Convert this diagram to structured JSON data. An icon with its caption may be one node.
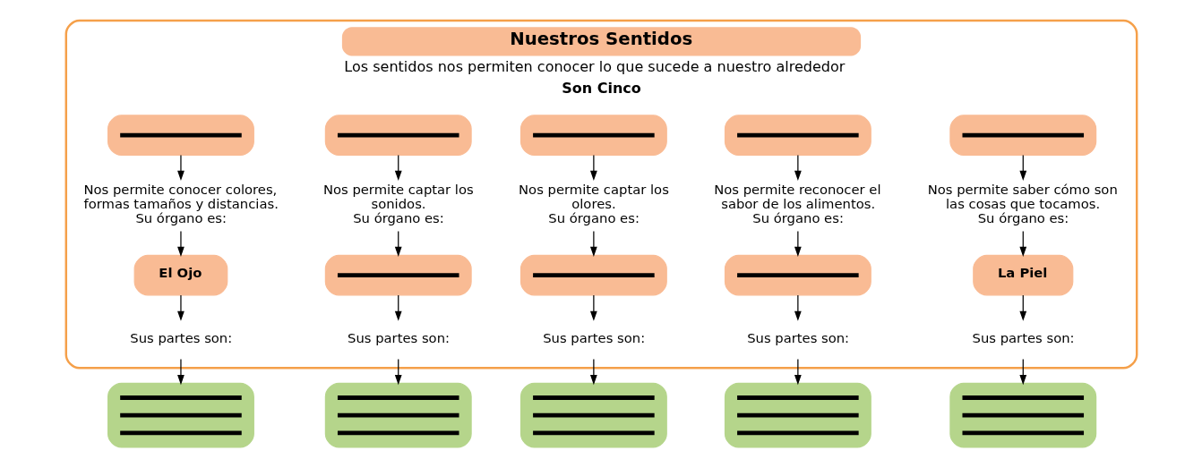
{
  "diagram": {
    "nodes": [
      {
        "text": [
          "Nuestros Sentidos",
          "Los sentidos nos permiten conocer lo que sucede a nuestro alrededor",
          "Son Cinco"
        ]
      },
      {
        "text": [],
        "shape": "box",
        "in": 0
      },
      {
        "text": [
          "Nos permite conocer colores, formas tamaños y distancias.",
          "Su órgano es:"
        ],
        "in": 0
      },
      {
        "text": [
          "El Ojo"
        ],
        "in": 0
      },
      {
        "text": [
          "Sus partes son:"
        ],
        "in": 0
      },
      {
        "text": [],
        "shape": "box"
      },
      {
        "text": [],
        "shape": "box",
        "in": 0
      },
      {
        "text": [
          "Nos permite captar los sonidos.",
          "Su órgano es:"
        ],
        "in": 0
      },
      {
        "text": [],
        "shape": "box",
        "in": 0
      },
      {
        "text": [
          "Sus partes son:"
        ],
        "in": 0
      },
      {
        "text": [],
        "shape": "box"
      },
      {
        "text": [],
        "shape": "box",
        "in": 0
      },
      {
        "text": [
          "Nos permite captar los olores.",
          "Su órgano es:"
        ],
        "in": 0
      },
      {
        "text": [],
        "shape": "box",
        "in": 0
      },
      {
        "text": [
          "Sus partes son:"
        ],
        "in": 0
      },
      {
        "text": [],
        "shape": "box"
      },
      {
        "text": [],
        "shape": "box",
        "in": 0
      },
      {
        "text": [
          "Nos permite reconocer el sabor de los alimentos.",
          "Su órgano es:"
        ],
        "in": 0
      },
      {
        "text": [],
        "shape": "box",
        "in": 0
      },
      {
        "text": [
          "Sus partes son:"
        ],
        "in": 0
      },
      {
        "text": [],
        "shape": "box"
      },
      {
        "text": [],
        "shape": "box",
        "in": 0
      },
      {
        "text": [
          "Nos permite saber cómo son las cosas que tocamos.",
          "Su órgano es:"
        ],
        "in": 0
      },
      {
        "text": [
          "La Piel"
        ],
        "in": 0
      },
      {
        "text": [
          "Sus partes son:"
        ],
        "in": 0
      },
      {
        "text": [],
        "shape": "box"
      }
    ],
    "edges": [
      {
        "from": 1,
        "to": 2,
        "arrow": "to"
      },
      {
        "from": 2,
        "to": 3,
        "arrow": "to"
      },
      {
        "from": 3,
        "to": 4,
        "arrow": "to"
      },
      {
        "from": 4,
        "to": 5,
        "arrow": "to"
      },
      {
        "from": 6,
        "to": 7,
        "arrow": "to"
      },
      {
        "from": 7,
        "to": 8,
        "arrow": "to"
      },
      {
        "from": 8,
        "to": 9,
        "arrow": "to"
      },
      {
        "from": 9,
        "to": 10,
        "arrow": "to"
      },
      {
        "from": 11,
        "to": 12,
        "arrow": "to"
      },
      {
        "from": 12,
        "to": 13,
        "arrow": "to"
      },
      {
        "from": 13,
        "to": 14,
        "arrow": "to"
      },
      {
        "from": 14,
        "to": 15,
        "arrow": "to"
      },
      {
        "from": 16,
        "to": 17,
        "arrow": "to"
      },
      {
        "from": 17,
        "to": 18,
        "arrow": "to"
      },
      {
        "from": 18,
        "to": 19,
        "arrow": "to"
      },
      {
        "from": 19,
        "to": 20,
        "arrow": "to"
      },
      {
        "from": 21,
        "to": 22,
        "arrow": "to"
      },
      {
        "from": 22,
        "to": 23,
        "arrow": "to"
      },
      {
        "from": 23,
        "to": 24,
        "arrow": "to"
      },
      {
        "from": 24,
        "to": 25,
        "arrow": "to"
      }
    ]
  }
}
